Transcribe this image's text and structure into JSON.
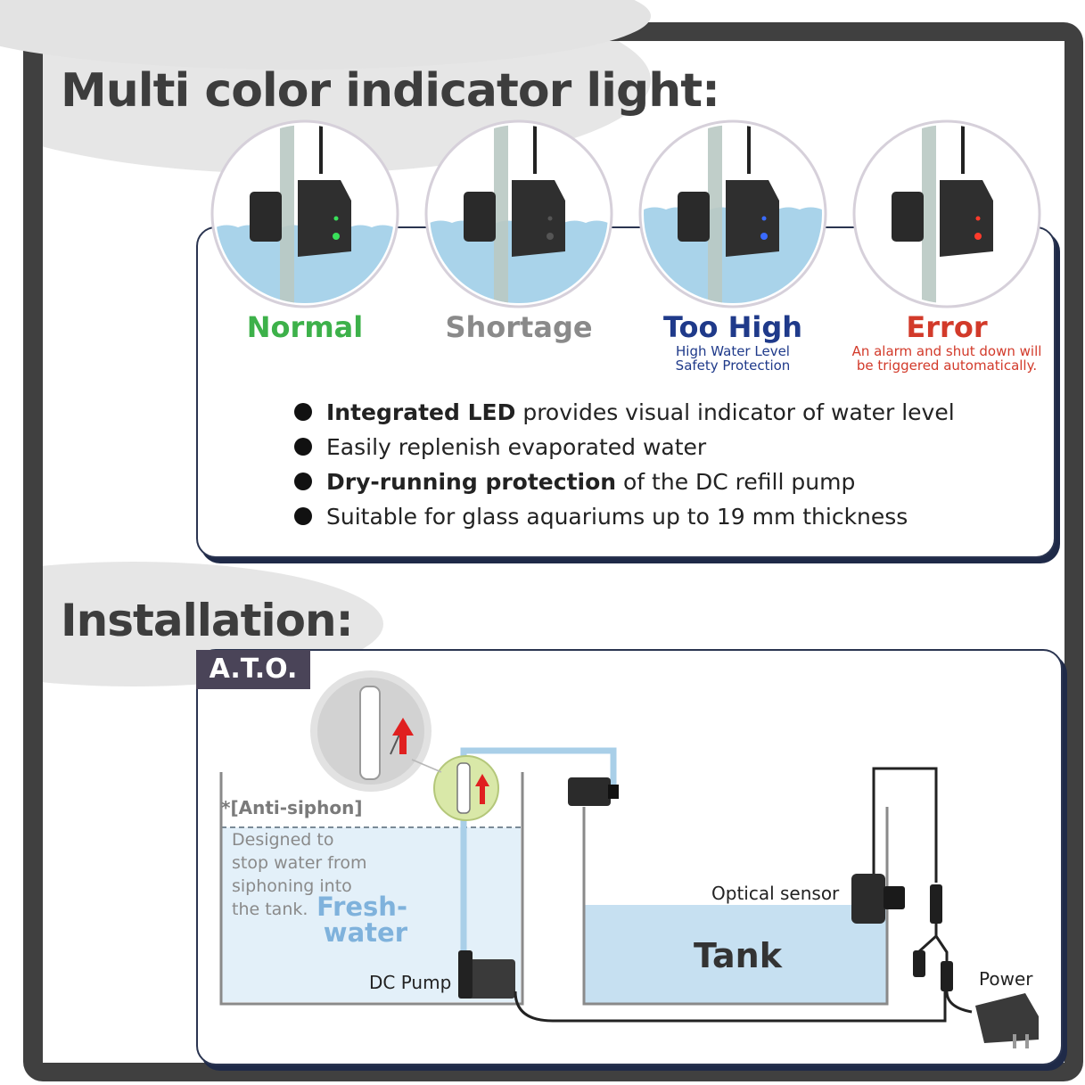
{
  "sections": {
    "indicator_title": "Multi color indicator light:",
    "installation_title": "Installation:"
  },
  "statuses": [
    {
      "label": "Normal",
      "color": "#3db14a",
      "sub": [],
      "led": "#39e05a"
    },
    {
      "label": "Shortage",
      "color": "#8a8a8a",
      "sub": [],
      "led": "#555555"
    },
    {
      "label": "Too High",
      "color": "#1f3a8a",
      "sub": [
        "High Water Level",
        "Safety Protection"
      ],
      "led": "#3a6bff"
    },
    {
      "label": "Error",
      "color": "#d23a2a",
      "sub": [
        "An alarm and shut down will",
        "be triggered automatically."
      ],
      "led": "#ff3b2b"
    }
  ],
  "features": [
    {
      "bold": "Integrated LED",
      "rest": " provides visual indicator of water level"
    },
    {
      "bold": "",
      "rest": "Easily replenish evaporated water"
    },
    {
      "bold": "Dry-running protection",
      "rest": " of the DC refill pump"
    },
    {
      "bold": "",
      "rest": "Suitable for glass aquariums up to 19 mm thickness"
    }
  ],
  "installation": {
    "tag": "A.T.O.",
    "anti_siphon": "*[Anti-siphon]",
    "anti_siphon_desc": [
      "Designed to",
      "stop water from",
      "siphoning into",
      "the tank."
    ],
    "freshwater": [
      "Fresh-",
      "water"
    ],
    "dc_pump": "DC Pump",
    "optical_sensor": "Optical sensor",
    "tank": "Tank",
    "power": "Power"
  },
  "colors": {
    "frame": "#404040",
    "water": "#c9e3f2",
    "card_border": "#2a3450",
    "anti_siphon_green": "#d6e8a8"
  }
}
